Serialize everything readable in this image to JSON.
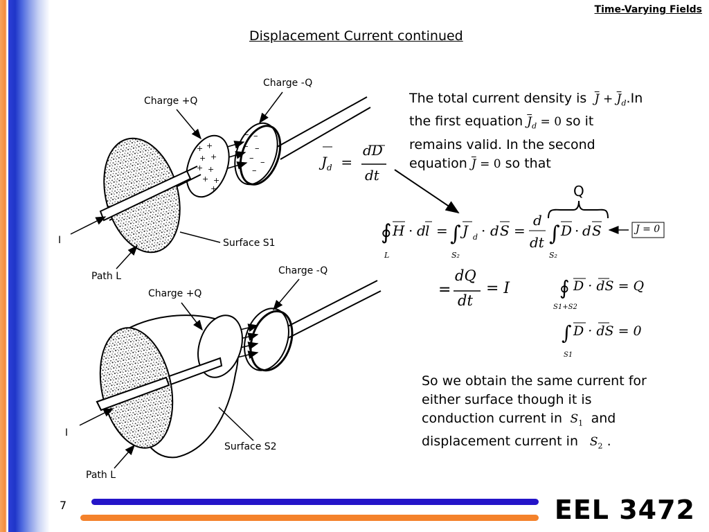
{
  "header": {
    "title": "Time-Varying Fields"
  },
  "slide": {
    "title": "Displacement Current continued"
  },
  "figure_top": {
    "charge_minus": "Charge -Q",
    "charge_plus": "Charge +Q",
    "current": "I",
    "surface": "Surface S1",
    "path": "Path L"
  },
  "figure_bottom": {
    "charge_minus": "Charge -Q",
    "charge_plus": "Charge +Q",
    "current": "I",
    "surface": "Surface S2",
    "path": "Path L"
  },
  "text_top": {
    "line1_a": "The total current density is",
    "line1_b": ".In",
    "line2_a": "the first equation",
    "line2_b": "so it",
    "line3": "remains valid. In the second",
    "line4_a": "equation",
    "line4_b": "so that"
  },
  "equations": {
    "jd_def": {
      "lhs": "J",
      "sub": "d",
      "num": "dD",
      "den": "dt"
    },
    "q_label": "Q",
    "boxed": "J = 0",
    "second": {
      "num": "dQ",
      "den": "dt",
      "rhs": "= I"
    },
    "gauss1": "D · dS = Q",
    "gauss1_sub": "S1+S2",
    "gauss2": "D · dS = 0",
    "gauss2_sub": "S1"
  },
  "text_bottom": {
    "line1": "So we obtain the same current for",
    "line2": "either surface though it is",
    "line3_a": "conduction current in",
    "line3_b": "and",
    "line4_a": "displacement current in",
    "line4_b": "."
  },
  "footer": {
    "page": "7",
    "course": "EEL 3472"
  },
  "colors": {
    "blue_rule": "#2414c8",
    "orange_rule": "#f4822b",
    "left_bar_blue": "#1f36c9",
    "left_bar_orange": "#f38b3c"
  }
}
